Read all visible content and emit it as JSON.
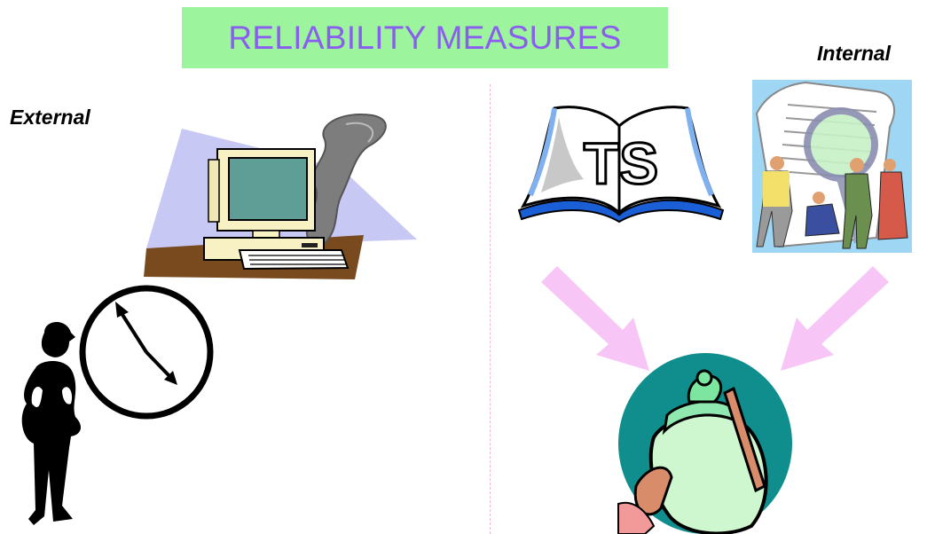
{
  "title": "RELIABILITY MEASURES",
  "labels": {
    "external": "External",
    "internal": "Internal"
  },
  "book_cover_text": "TS",
  "colors": {
    "title_background": "#9cf59c",
    "title_text": "#8a5cf0",
    "divider": "#f2b8d0",
    "arrows": "#f7c6f7"
  },
  "illustrations": [
    "smoking-computer-icon",
    "person-with-clock-icon",
    "ts-open-book-icon",
    "team-inspecting-document-icon",
    "baby-bottle-icon"
  ]
}
